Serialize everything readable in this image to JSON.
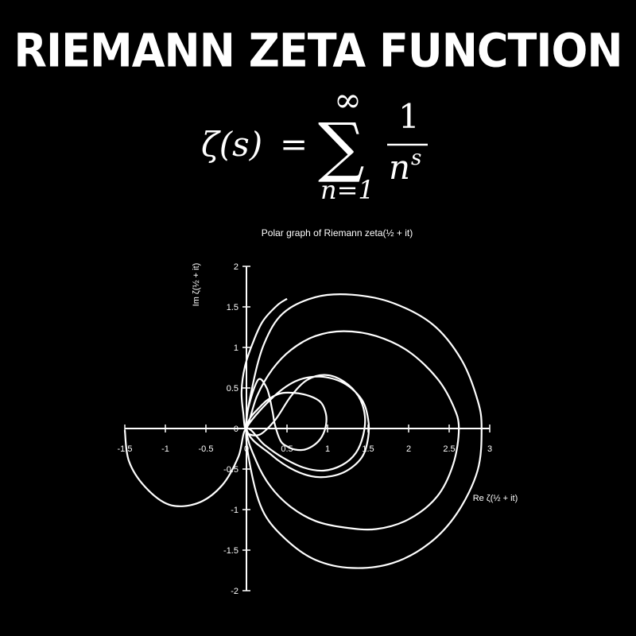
{
  "page": {
    "heading": "RIEMANN ZETA FUNCTION"
  },
  "formula": {
    "lhs": "ζ(s)",
    "equals": "=",
    "sum_symbol": "∑",
    "upper_limit": "∞",
    "lower_limit": "n=1",
    "numerator": "1",
    "denominator_base": "n",
    "denominator_exp": "s"
  },
  "chart_data": {
    "type": "line",
    "title": "Polar graph of Riemann zeta(½ + it)",
    "xlabel": "Re ζ(½ + it)",
    "ylabel": "Im ζ(½ + it)",
    "xlim": [
      -1.5,
      3
    ],
    "ylim": [
      -2,
      2
    ],
    "xticks": [
      -1.5,
      -1,
      -0.5,
      0,
      0.5,
      1,
      1.5,
      2,
      2.5,
      3
    ],
    "xtick_labels": [
      "-1.5",
      "-1",
      "-0.5",
      "0",
      "0.5",
      "1",
      "1.5",
      "2",
      "2.5",
      "3"
    ],
    "yticks": [
      -2,
      -1.5,
      -1,
      -0.5,
      0,
      0.5,
      1,
      1.5,
      2
    ],
    "ytick_labels": [
      "-2",
      "-1.5",
      "-1",
      "-0.5",
      "0",
      "0.5",
      "1",
      "1.5",
      "2"
    ],
    "grid": false,
    "line_color": "#ffffff",
    "background": "#000000",
    "curve_points": [
      [
        0.5,
        1.6
      ],
      [
        0.38,
        1.52
      ],
      [
        0.2,
        1.32
      ],
      [
        0.08,
        1.06
      ],
      [
        -0.02,
        0.76
      ],
      [
        -0.06,
        0.46
      ],
      [
        -0.04,
        0.2
      ],
      [
        0,
        0
      ],
      [
        0.13,
        0.4
      ],
      [
        0.32,
        0.73
      ],
      [
        0.55,
        0.97
      ],
      [
        0.85,
        1.14
      ],
      [
        1.2,
        1.2
      ],
      [
        1.6,
        1.14
      ],
      [
        2.0,
        0.95
      ],
      [
        2.35,
        0.62
      ],
      [
        2.55,
        0.28
      ],
      [
        2.62,
        0
      ],
      [
        2.55,
        -0.44
      ],
      [
        2.35,
        -0.84
      ],
      [
        2.0,
        -1.12
      ],
      [
        1.6,
        -1.24
      ],
      [
        1.2,
        -1.22
      ],
      [
        0.85,
        -1.14
      ],
      [
        0.55,
        -0.97
      ],
      [
        0.3,
        -0.72
      ],
      [
        0.12,
        -0.4
      ],
      [
        0,
        0
      ],
      [
        0.08,
        0.55
      ],
      [
        0.22,
        1.05
      ],
      [
        0.45,
        1.42
      ],
      [
        0.85,
        1.62
      ],
      [
        1.3,
        1.65
      ],
      [
        1.8,
        1.55
      ],
      [
        2.3,
        1.28
      ],
      [
        2.65,
        0.85
      ],
      [
        2.85,
        0.35
      ],
      [
        2.9,
        0
      ],
      [
        2.85,
        -0.52
      ],
      [
        2.6,
        -1.04
      ],
      [
        2.25,
        -1.42
      ],
      [
        1.8,
        -1.66
      ],
      [
        1.3,
        -1.72
      ],
      [
        0.85,
        -1.62
      ],
      [
        0.5,
        -1.38
      ],
      [
        0.22,
        -1.05
      ],
      [
        0.07,
        -0.58
      ],
      [
        0,
        0
      ],
      [
        0.18,
        0.28
      ],
      [
        0.38,
        0.42
      ],
      [
        0.58,
        0.44
      ],
      [
        0.78,
        0.4
      ],
      [
        0.92,
        0.32
      ],
      [
        0.98,
        0.18
      ],
      [
        0.98,
        0.04
      ],
      [
        0.93,
        -0.1
      ],
      [
        0.84,
        -0.2
      ],
      [
        0.72,
        -0.26
      ],
      [
        0.6,
        -0.26
      ],
      [
        0.5,
        -0.22
      ],
      [
        0.42,
        -0.15
      ],
      [
        0.35,
        0.05
      ],
      [
        0.32,
        0.22
      ],
      [
        0.25,
        0.5
      ],
      [
        0.13,
        0.58
      ],
      [
        0,
        0
      ],
      [
        0.3,
        -0.32
      ],
      [
        0.6,
        -0.52
      ],
      [
        0.9,
        -0.6
      ],
      [
        1.2,
        -0.54
      ],
      [
        1.42,
        -0.36
      ],
      [
        1.5,
        -0.12
      ],
      [
        1.5,
        0.12
      ],
      [
        1.42,
        0.36
      ],
      [
        1.2,
        0.56
      ],
      [
        0.9,
        0.64
      ],
      [
        0.6,
        0.58
      ],
      [
        0.3,
        0.36
      ],
      [
        0,
        0
      ],
      [
        0.15,
        -0.08
      ],
      [
        0.35,
        0.1
      ],
      [
        0.55,
        0.4
      ],
      [
        0.75,
        0.6
      ],
      [
        0.98,
        0.66
      ],
      [
        1.2,
        0.58
      ],
      [
        1.38,
        0.4
      ],
      [
        1.46,
        0.16
      ],
      [
        1.44,
        -0.08
      ],
      [
        1.35,
        -0.3
      ],
      [
        1.18,
        -0.45
      ],
      [
        0.95,
        -0.52
      ],
      [
        0.7,
        -0.48
      ],
      [
        0.45,
        -0.36
      ],
      [
        0.22,
        -0.2
      ],
      [
        0,
        0
      ],
      [
        -0.1,
        -0.35
      ],
      [
        -0.3,
        -0.7
      ],
      [
        -0.6,
        -0.92
      ],
      [
        -0.95,
        -0.94
      ],
      [
        -1.25,
        -0.72
      ],
      [
        -1.45,
        -0.4
      ],
      [
        -1.5,
        -0.02
      ]
    ]
  }
}
